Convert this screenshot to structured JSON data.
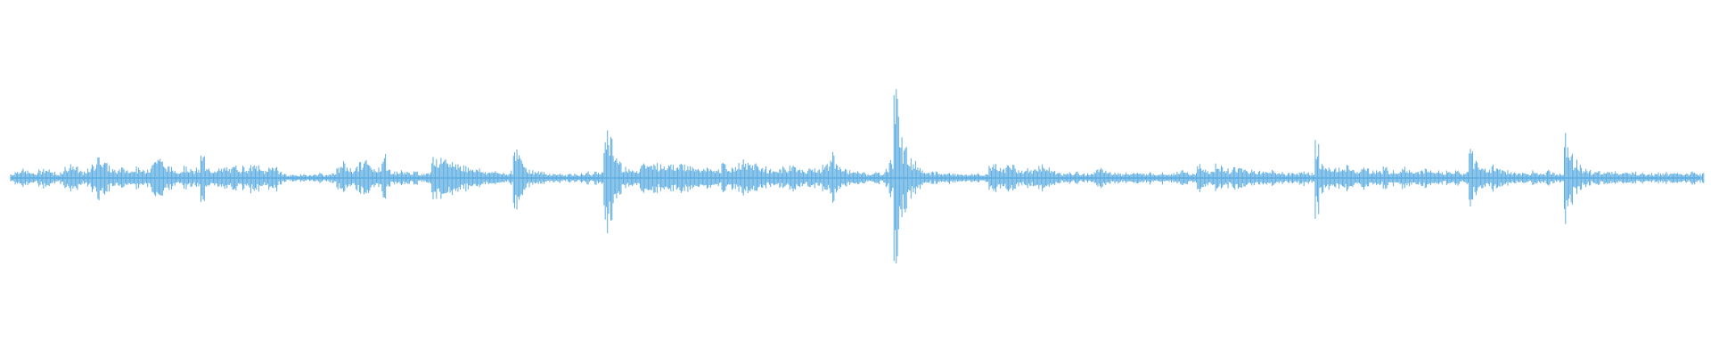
{
  "chart_data": {
    "type": "area",
    "title": "",
    "xlabel": "",
    "ylabel": "",
    "grid": false,
    "axes_visible": false,
    "legend": "none",
    "ylim": [
      -1,
      1
    ],
    "color": "#5dade2",
    "series": [
      {
        "values": [
          0.03,
          0.05,
          0.06,
          0.05,
          0.04,
          0.03,
          0.05,
          0.07,
          0.06,
          0.04,
          0.03,
          0.05,
          0.08,
          0.09,
          0.07,
          0.05,
          0.04,
          0.06,
          0.1,
          0.15,
          0.14,
          0.09,
          0.06,
          0.05,
          0.07,
          0.06,
          0.05,
          0.08,
          0.06,
          0.05,
          0.07,
          0.12,
          0.15,
          0.13,
          0.08,
          0.07,
          0.06,
          0.05,
          0.08,
          0.07,
          0.05,
          0.06,
          0.16,
          0.06,
          0.06,
          0.07,
          0.06,
          0.07,
          0.06,
          0.08,
          0.07,
          0.08,
          0.07,
          0.09,
          0.08,
          0.06,
          0.05,
          0.09,
          0.08,
          0.05,
          0.03,
          0.02,
          0.02,
          0.02,
          0.03,
          0.02,
          0.02,
          0.03,
          0.03,
          0.02,
          0.03,
          0.03,
          0.07,
          0.1,
          0.08,
          0.06,
          0.08,
          0.1,
          0.12,
          0.09,
          0.06,
          0.08,
          0.15,
          0.06,
          0.05,
          0.04,
          0.05,
          0.04,
          0.04,
          0.04,
          0.03,
          0.03,
          0.05,
          0.16,
          0.13,
          0.12,
          0.11,
          0.12,
          0.1,
          0.09,
          0.08,
          0.08,
          0.07,
          0.06,
          0.05,
          0.04,
          0.05,
          0.04,
          0.04,
          0.03,
          0.05,
          0.2,
          0.16,
          0.1,
          0.06,
          0.05,
          0.04,
          0.04,
          0.03,
          0.03,
          0.03,
          0.03,
          0.02,
          0.03,
          0.03,
          0.02,
          0.03,
          0.04,
          0.03,
          0.04,
          0.04,
          0.36,
          0.28,
          0.16,
          0.12,
          0.08,
          0.07,
          0.05,
          0.06,
          0.12,
          0.1,
          0.08,
          0.11,
          0.09,
          0.1,
          0.12,
          0.09,
          0.11,
          0.1,
          0.09,
          0.07,
          0.06,
          0.07,
          0.08,
          0.06,
          0.05,
          0.06,
          0.09,
          0.08,
          0.07,
          0.09,
          0.11,
          0.1,
          0.09,
          0.1,
          0.08,
          0.07,
          0.06,
          0.05,
          0.06,
          0.07,
          0.06,
          0.1,
          0.08,
          0.06,
          0.05,
          0.06,
          0.07,
          0.06,
          0.09,
          0.08,
          0.16,
          0.11,
          0.07,
          0.06,
          0.05,
          0.04,
          0.04,
          0.04,
          0.03,
          0.03,
          0.04,
          0.03,
          0.06,
          0.12,
          0.6,
          0.4,
          0.2,
          0.15,
          0.1,
          0.09,
          0.06,
          0.05,
          0.04,
          0.04,
          0.03,
          0.03,
          0.04,
          0.03,
          0.03,
          0.03,
          0.02,
          0.03,
          0.03,
          0.02,
          0.03,
          0.09,
          0.1,
          0.07,
          0.06,
          0.09,
          0.1,
          0.06,
          0.05,
          0.06,
          0.05,
          0.07,
          0.09,
          0.08,
          0.06,
          0.05,
          0.04,
          0.03,
          0.04,
          0.03,
          0.04,
          0.03,
          0.03,
          0.03,
          0.05,
          0.06,
          0.05,
          0.04,
          0.04,
          0.04,
          0.03,
          0.04,
          0.03,
          0.04,
          0.03,
          0.03,
          0.04,
          0.03,
          0.03,
          0.04,
          0.03,
          0.03,
          0.04,
          0.05,
          0.04,
          0.03,
          0.04,
          0.08,
          0.06,
          0.05,
          0.04,
          0.11,
          0.07,
          0.06,
          0.05,
          0.08,
          0.07,
          0.06,
          0.05,
          0.06,
          0.05,
          0.04,
          0.06,
          0.05,
          0.04,
          0.04,
          0.03,
          0.03,
          0.04,
          0.04,
          0.05,
          0.04,
          0.03,
          0.25,
          0.09,
          0.08,
          0.07,
          0.06,
          0.07,
          0.06,
          0.08,
          0.06,
          0.05,
          0.07,
          0.06,
          0.05,
          0.06,
          0.05,
          0.07,
          0.05,
          0.06,
          0.05,
          0.07,
          0.06,
          0.05,
          0.06,
          0.05,
          0.06,
          0.05,
          0.04,
          0.05,
          0.04,
          0.05,
          0.04,
          0.05,
          0.03,
          0.04,
          0.21,
          0.12,
          0.08,
          0.07,
          0.06,
          0.09,
          0.07,
          0.06,
          0.05,
          0.04,
          0.04,
          0.03,
          0.04,
          0.03,
          0.05,
          0.04,
          0.03,
          0.05,
          0.04,
          0.03,
          0.03,
          0.3,
          0.2,
          0.12,
          0.08,
          0.06,
          0.05,
          0.04,
          0.05,
          0.04,
          0.05,
          0.04,
          0.05,
          0.03,
          0.04,
          0.03,
          0.04,
          0.03,
          0.04,
          0.03,
          0.03,
          0.04,
          0.03,
          0.04,
          0.03,
          0.03,
          0.04,
          0.03,
          0.03,
          0.04,
          0.03,
          0.03
        ]
      }
    ]
  }
}
